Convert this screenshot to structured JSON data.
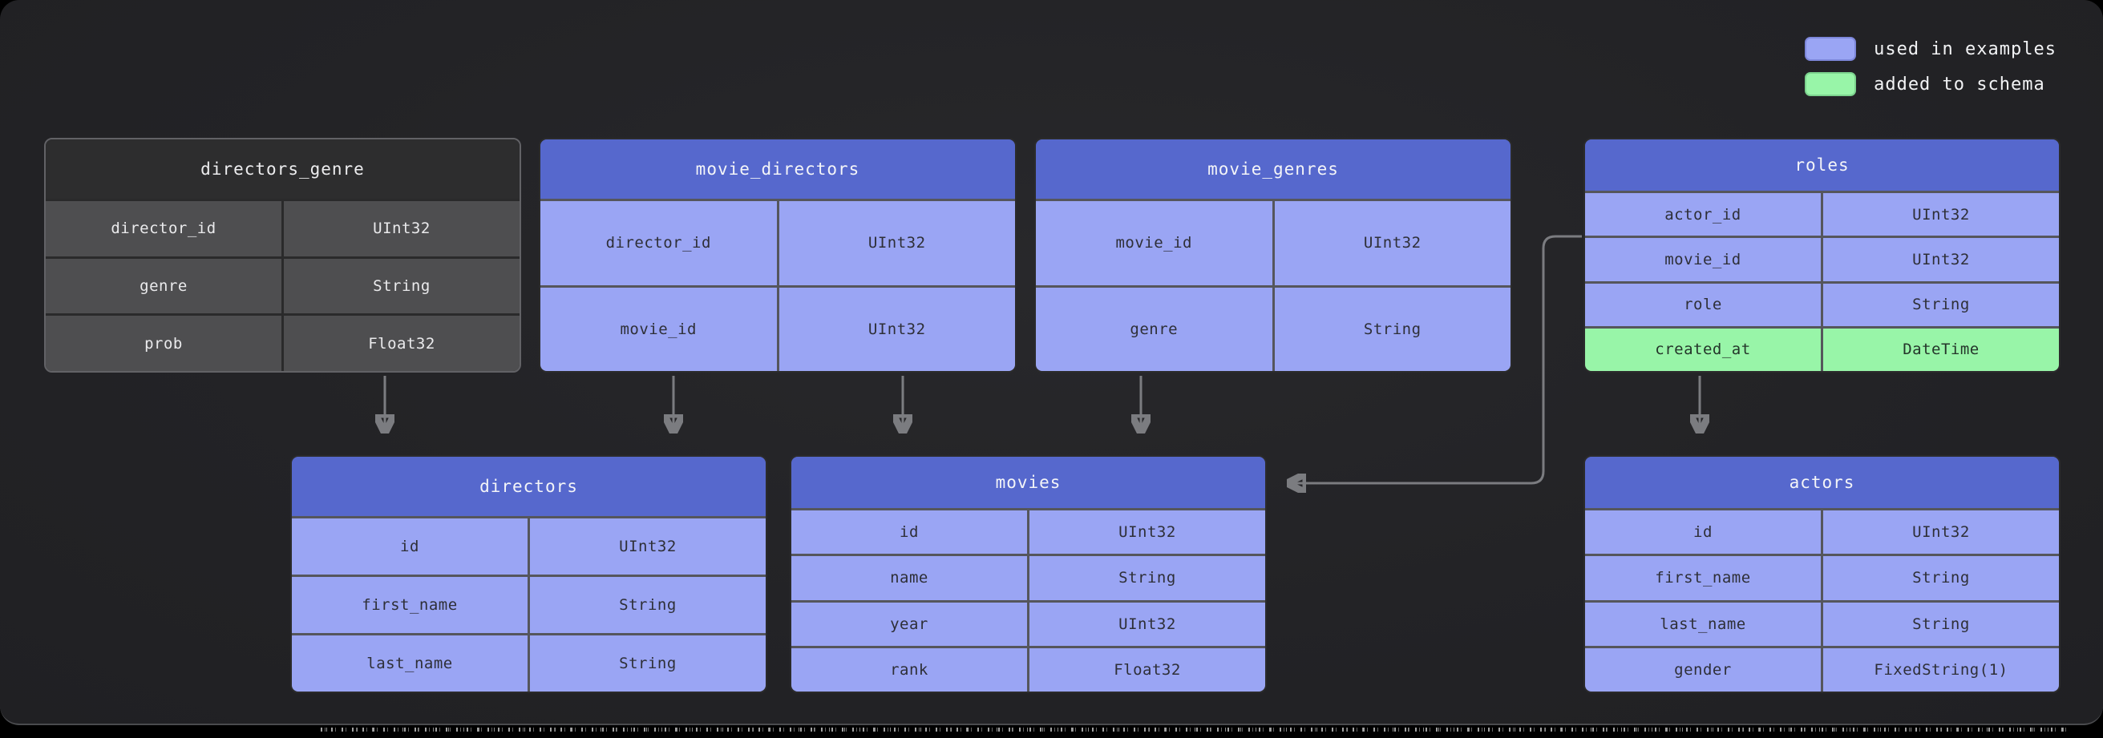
{
  "legend": {
    "items": [
      {
        "label": "used in examples",
        "color": "#9aa5f4"
      },
      {
        "label": "added to schema",
        "color": "#98f5a8"
      }
    ]
  },
  "colors": {
    "background_panel": "#232326",
    "table_header_blue": "#5668cd",
    "table_row_blue": "#9aa5f4",
    "table_row_green": "#98f5a8",
    "table_header_dark": "#2d2d2e",
    "table_row_dark": "#4e4e50",
    "arrow": "#7b7c80"
  },
  "diagram": {
    "tables": [
      {
        "title": "directors_genre",
        "style": "dark",
        "fields": [
          {
            "name": "director_id",
            "type": "UInt32"
          },
          {
            "name": "genre",
            "type": "String"
          },
          {
            "name": "prob",
            "type": "Float32"
          }
        ]
      },
      {
        "title": "movie_directors",
        "style": "blue",
        "fields": [
          {
            "name": "director_id",
            "type": "UInt32"
          },
          {
            "name": "movie_id",
            "type": "UInt32"
          }
        ]
      },
      {
        "title": "movie_genres",
        "style": "blue",
        "fields": [
          {
            "name": "movie_id",
            "type": "UInt32"
          },
          {
            "name": "genre",
            "type": "String"
          }
        ]
      },
      {
        "title": "roles",
        "style": "blue",
        "fields": [
          {
            "name": "actor_id",
            "type": "UInt32",
            "highlight": "none"
          },
          {
            "name": "movie_id",
            "type": "UInt32",
            "highlight": "none"
          },
          {
            "name": "role",
            "type": "String",
            "highlight": "none"
          },
          {
            "name": "created_at",
            "type": "DateTime",
            "highlight": "green"
          }
        ]
      },
      {
        "title": "directors",
        "style": "blue",
        "fields": [
          {
            "name": "id",
            "type": "UInt32"
          },
          {
            "name": "first_name",
            "type": "String"
          },
          {
            "name": "last_name",
            "type": "String"
          }
        ]
      },
      {
        "title": "movies",
        "style": "blue",
        "fields": [
          {
            "name": "id",
            "type": "UInt32"
          },
          {
            "name": "name",
            "type": "String"
          },
          {
            "name": "year",
            "type": "UInt32"
          },
          {
            "name": "rank",
            "type": "Float32"
          }
        ]
      },
      {
        "title": "actors",
        "style": "blue",
        "fields": [
          {
            "name": "id",
            "type": "UInt32"
          },
          {
            "name": "first_name",
            "type": "String"
          },
          {
            "name": "last_name",
            "type": "String"
          },
          {
            "name": "gender",
            "type": "FixedString(1)"
          }
        ]
      }
    ],
    "relationships": [
      {
        "from": "directors_genre",
        "to": "directors"
      },
      {
        "from": "movie_directors",
        "to": "directors"
      },
      {
        "from": "movie_directors",
        "to": "movies"
      },
      {
        "from": "movie_genres",
        "to": "movies"
      },
      {
        "from": "roles",
        "to": "movies"
      },
      {
        "from": "roles",
        "to": "actors"
      }
    ]
  }
}
